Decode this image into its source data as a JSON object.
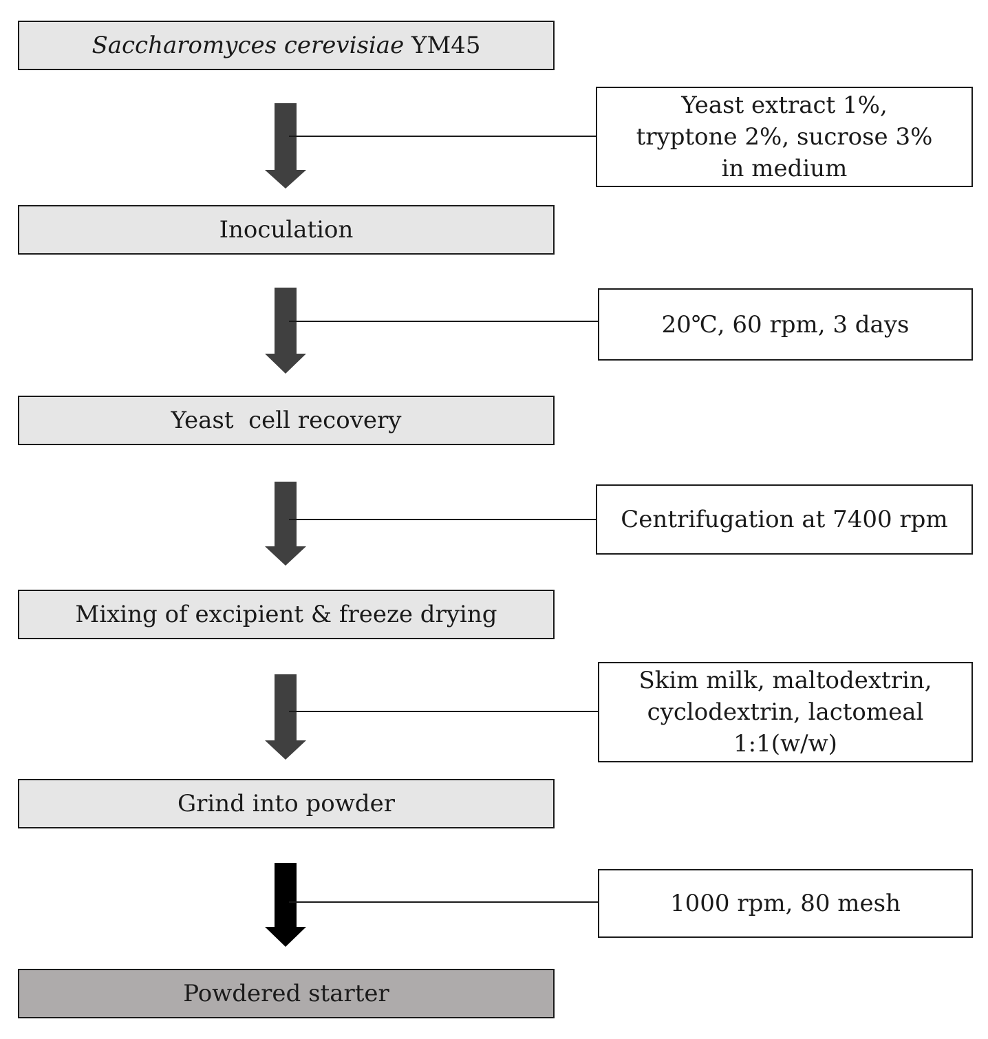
{
  "steps": [
    {
      "id": "strain",
      "label_italic": "Saccharomyces cerevisiae",
      "label": " YM45"
    },
    {
      "id": "inoculation",
      "label": "Inoculation"
    },
    {
      "id": "recovery",
      "label": "Yeast  cell recovery"
    },
    {
      "id": "mixing",
      "label": "Mixing of excipient & freeze drying"
    },
    {
      "id": "grind",
      "label": "Grind into powder"
    },
    {
      "id": "final",
      "label": "Powdered starter"
    }
  ],
  "conditions": [
    {
      "id": "medium",
      "label": "Yeast  extract 1%,\ntryptone 2%, sucrose 3%\nin medium"
    },
    {
      "id": "culture",
      "label": "20℃, 60 rpm, 3 days"
    },
    {
      "id": "centrifuge",
      "label": "Centrifugation at 7400 rpm"
    },
    {
      "id": "excipients",
      "label": "Skim milk, maltodextrin,\ncyclodextrin, lactomeal\n1:1(w/w)"
    },
    {
      "id": "milling",
      "label": "1000 rpm, 80 mesh"
    }
  ],
  "colors": {
    "step_fill": "#e6e6e6",
    "final_fill": "#aeabab",
    "arrow_dark": "#404040",
    "arrow_black": "#000000"
  }
}
